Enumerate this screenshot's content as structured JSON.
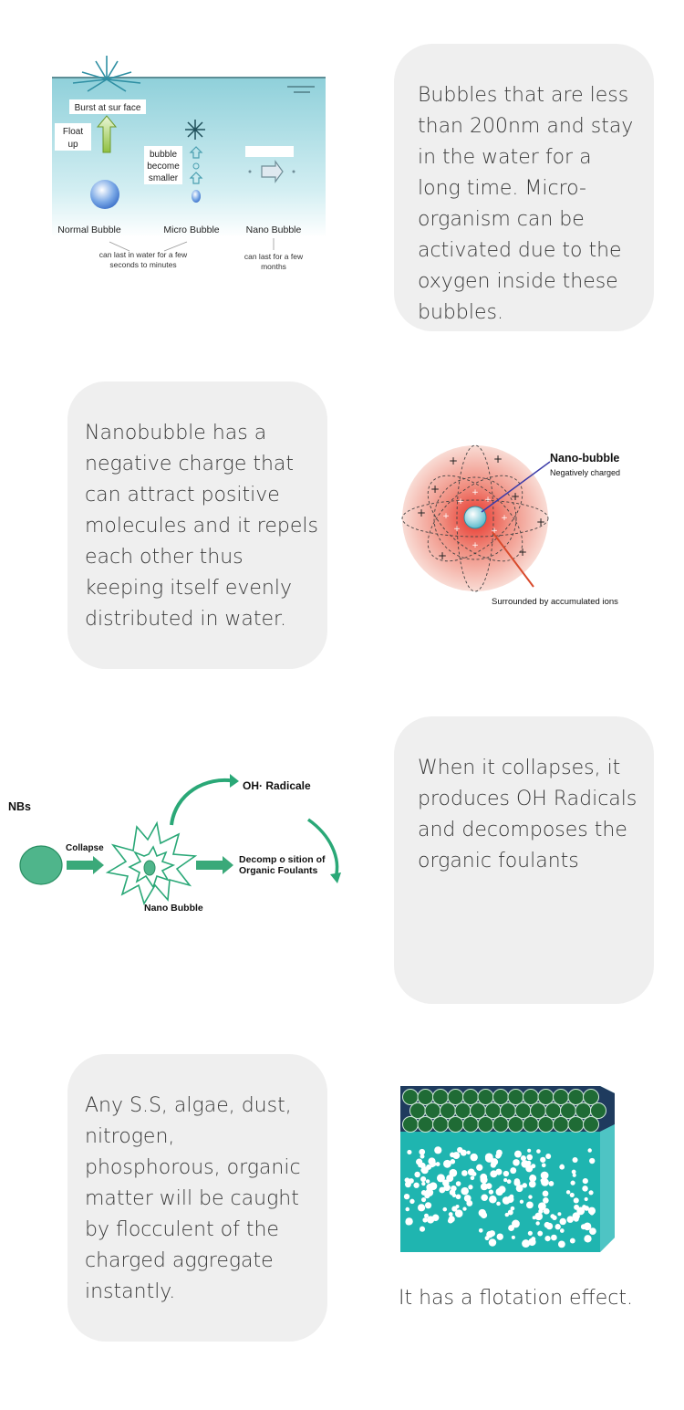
{
  "section1": {
    "card_text": "Bubbles that are less than 200nm and stay in the water for a long time. Micro-organism can be activated due to the oxygen inside these bubbles.",
    "figure": {
      "burst_label": "Burst at sur face",
      "float_label_1": "Float",
      "float_label_2": "up",
      "smaller_label_1": "bubble",
      "smaller_label_2": "become",
      "smaller_label_3": "smaller",
      "normal_label": "Normal Bubble",
      "micro_label": "Micro Bubble",
      "nano_label": "Nano Bubble",
      "normal_note_1": "can last in water for a few",
      "normal_note_2": "seconds to minutes",
      "nano_note_1": "can last for a few",
      "nano_note_2": "months"
    }
  },
  "section2": {
    "card_text": "Nanobubble  has a negative charge that can attract positive molecules and it repels each other thus keeping itself evenly distributed in water.",
    "figure": {
      "nano_title": "Nano-bubble",
      "nano_sub": "Negatively charged",
      "ions_label": "Surrounded by accumulated ions"
    }
  },
  "section3": {
    "card_text": "When it collapses, it produces OH Radicals and decomposes the organic foulants",
    "figure": {
      "nbs_label": "NBs",
      "collapse_label": "Collapse",
      "oh_label": "OH· Radicale",
      "decomp_label_1": "Decomp o sition of",
      "decomp_label_2": "Organic Foulants",
      "nano_label": "Nano Bubble"
    }
  },
  "section4": {
    "card_text": "Any S.S, algae, dust, nitrogen, phosphorous, organic matter will be caught by flocculent of the charged aggregate instantly.",
    "caption": "It has a flotation effect."
  },
  "colors": {
    "card_bg": "#efefef",
    "water_blue": "#8fd0da",
    "green": "#2aa877",
    "teal": "#1fb5b0",
    "dark_green": "#1f6b35",
    "navy": "#1f3b5e"
  }
}
